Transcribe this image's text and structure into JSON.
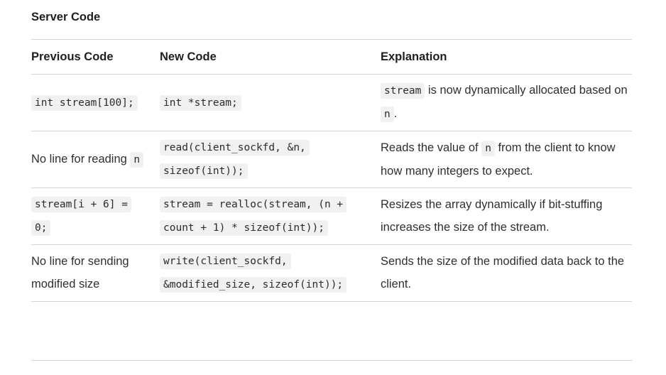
{
  "title": "Server Code",
  "headers": {
    "previous": "Previous Code",
    "new": "New Code",
    "explanation": "Explanation"
  },
  "rows": [
    {
      "previous": {
        "code": "int stream[100];"
      },
      "new": {
        "code": "int *stream;"
      },
      "explanation": {
        "code1": "stream",
        "text1": " is now dynamically allocated based on ",
        "code2": "n",
        "text2": "."
      }
    },
    {
      "previous": {
        "text": "No line for reading ",
        "code": "n"
      },
      "new": {
        "code": "read(client_sockfd, &n, sizeof(int));"
      },
      "explanation": {
        "text1": "Reads the value of ",
        "code1": "n",
        "text2": " from the client to know how many integers to expect."
      }
    },
    {
      "previous": {
        "code": "stream[i + 6] = 0;"
      },
      "new": {
        "code": "stream = realloc(stream, (n + count + 1) * sizeof(int));"
      },
      "explanation": {
        "text": "Resizes the array dynamically if bit-stuffing increases the size of the stream."
      }
    },
    {
      "previous": {
        "text": "No line for sending modified size"
      },
      "new": {
        "code": "write(client_sockfd, &modified_size, sizeof(int));"
      },
      "explanation": {
        "text": "Sends the size of the modified data back to the client."
      }
    }
  ]
}
